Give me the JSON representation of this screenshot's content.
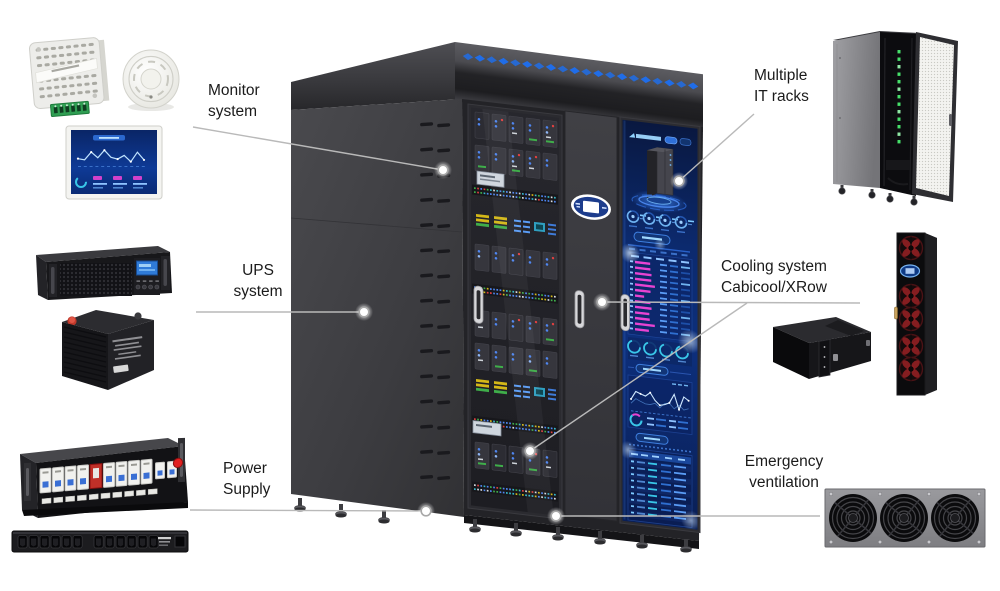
{
  "diagram": {
    "background": "#ffffff",
    "callouts": [
      {
        "id": "monitor-system",
        "lines": [
          "Monitor",
          "system"
        ]
      },
      {
        "id": "ups-system",
        "lines": [
          "UPS",
          "system"
        ]
      },
      {
        "id": "power-supply",
        "lines": [
          "Power",
          "Supply"
        ]
      },
      {
        "id": "multiple-it-racks",
        "lines": [
          "Multiple",
          "IT racks"
        ]
      },
      {
        "id": "cooling-system",
        "lines": [
          "Cooling system",
          "Cabicool/XRow"
        ]
      },
      {
        "id": "emergency-ventilation",
        "lines": [
          "Emergency",
          "ventilation"
        ]
      }
    ],
    "colors": {
      "led_blue": "#1d6ff0",
      "screen_blue_dark": "#0a1c50",
      "screen_blue": "#1650c8",
      "screen_glow": "#59b7ff",
      "magenta_accent": "#e843d2",
      "fan_red": "#8f1f23",
      "green_led": "#3fae4a",
      "yellow_led": "#d4b818",
      "alarm_red": "#cc3333",
      "cyan_led": "#39c6e8",
      "leader_line": "#b9b9b9",
      "label_text": "#1b1b1b"
    },
    "counts": {
      "roof_leds": 20,
      "cooler_fans": 5,
      "tray_fans": 3,
      "pdu_outlets": 12,
      "breakers": 8,
      "left_door_rows": 12,
      "leader_dots": 7
    }
  }
}
